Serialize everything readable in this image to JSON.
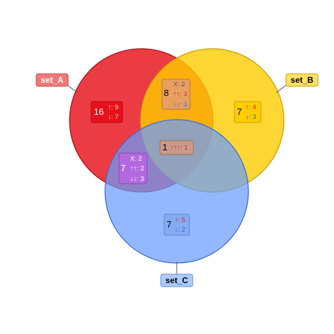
{
  "colors": {
    "set_A_fill": "#e8111a",
    "set_A_stroke": "#a8141b",
    "set_B_fill": "#ffcc00",
    "set_B_stroke": "#c9a200",
    "set_C_fill": "#6a9cff",
    "set_C_stroke": "#3f6fcf",
    "up_color": "#d62728",
    "down_color": "#2c6fd6"
  },
  "sets": {
    "A": {
      "label": "set_A"
    },
    "B": {
      "label": "set_B"
    },
    "C": {
      "label": "set_C"
    }
  },
  "regions": {
    "A_only": {
      "total": "16",
      "up": "↑: 9",
      "down": "↓: 7"
    },
    "B_only": {
      "total": "7",
      "up": "↑: 4",
      "down": "↓: 3"
    },
    "C_only": {
      "total": "7",
      "up": "↑: 5",
      "down": "↓: 2"
    },
    "AB": {
      "total": "8",
      "mixed": "X: 2",
      "up": "↑↑: 3",
      "down": "↓↓: 3"
    },
    "AC": {
      "total": "7",
      "mixed": "X: 2",
      "up": "↑↑: 2",
      "down": "↓↓: 3"
    },
    "ABC": {
      "total": "1",
      "up": "↑↑↑: 1"
    }
  }
}
